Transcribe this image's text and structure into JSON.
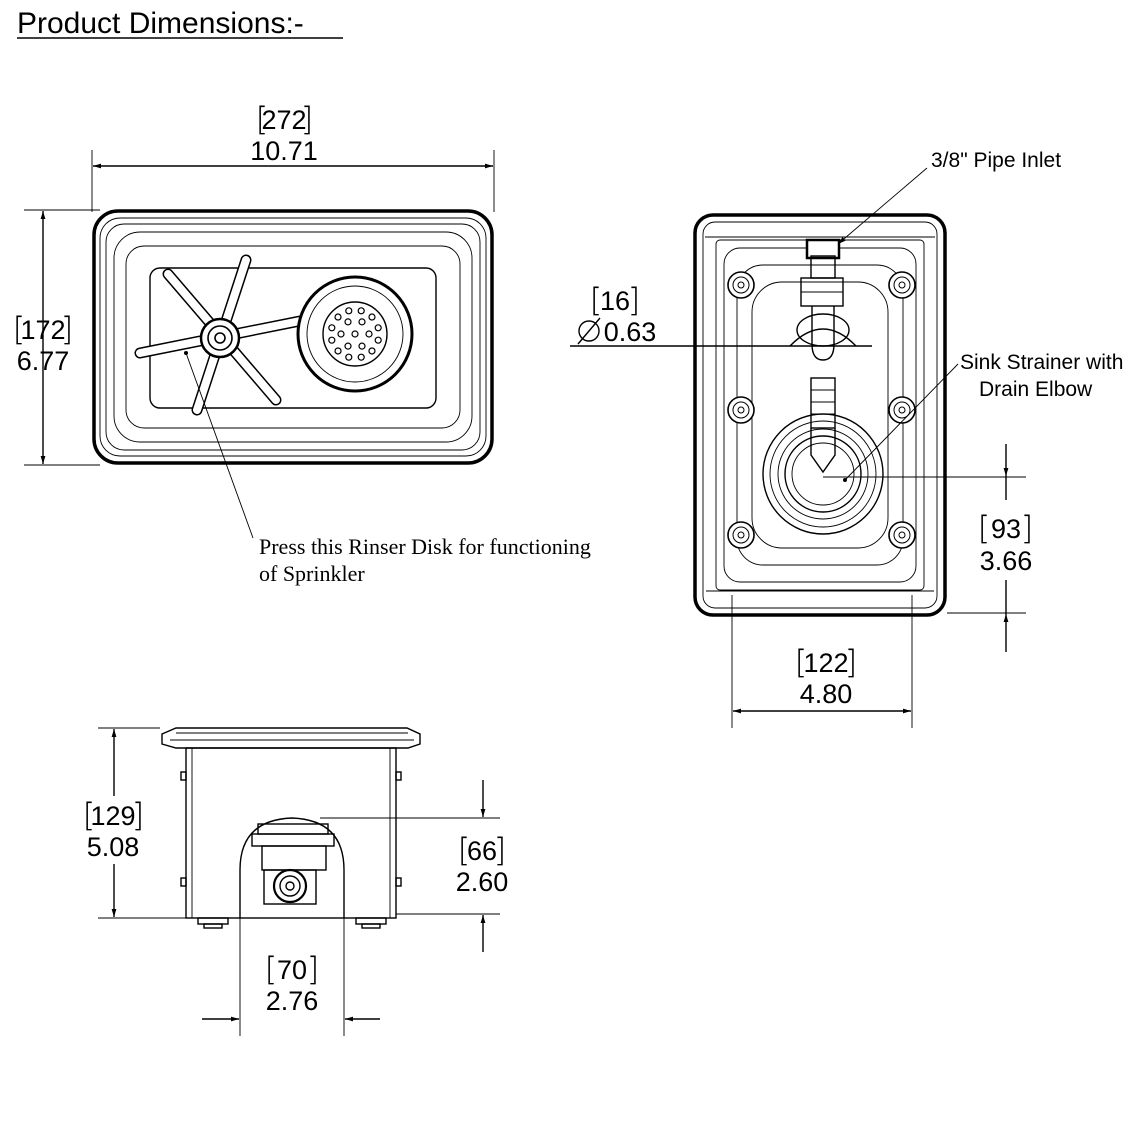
{
  "title": "Product Dimensions:-",
  "top_view": {
    "width_mm": "272",
    "width_in": "10.71",
    "height_mm": "172",
    "height_in": "6.77",
    "note_line1": "Press this Rinser Disk for functioning",
    "note_line2": "of Sprinkler"
  },
  "bottom_view": {
    "inlet_label": "3/8\" Pipe Inlet",
    "pipe_mm": "16",
    "pipe_in": "0.63",
    "strainer_line1": "Sink Strainer with",
    "strainer_line2": "Drain Elbow",
    "drain_offset_mm": "93",
    "drain_offset_in": "3.66",
    "mount_width_mm": "122",
    "mount_width_in": "4.80"
  },
  "side_view": {
    "height_mm": "129",
    "height_in": "5.08",
    "elbow_height_mm": "66",
    "elbow_height_in": "2.60",
    "feet_span_mm": "70",
    "feet_span_in": "2.76"
  }
}
